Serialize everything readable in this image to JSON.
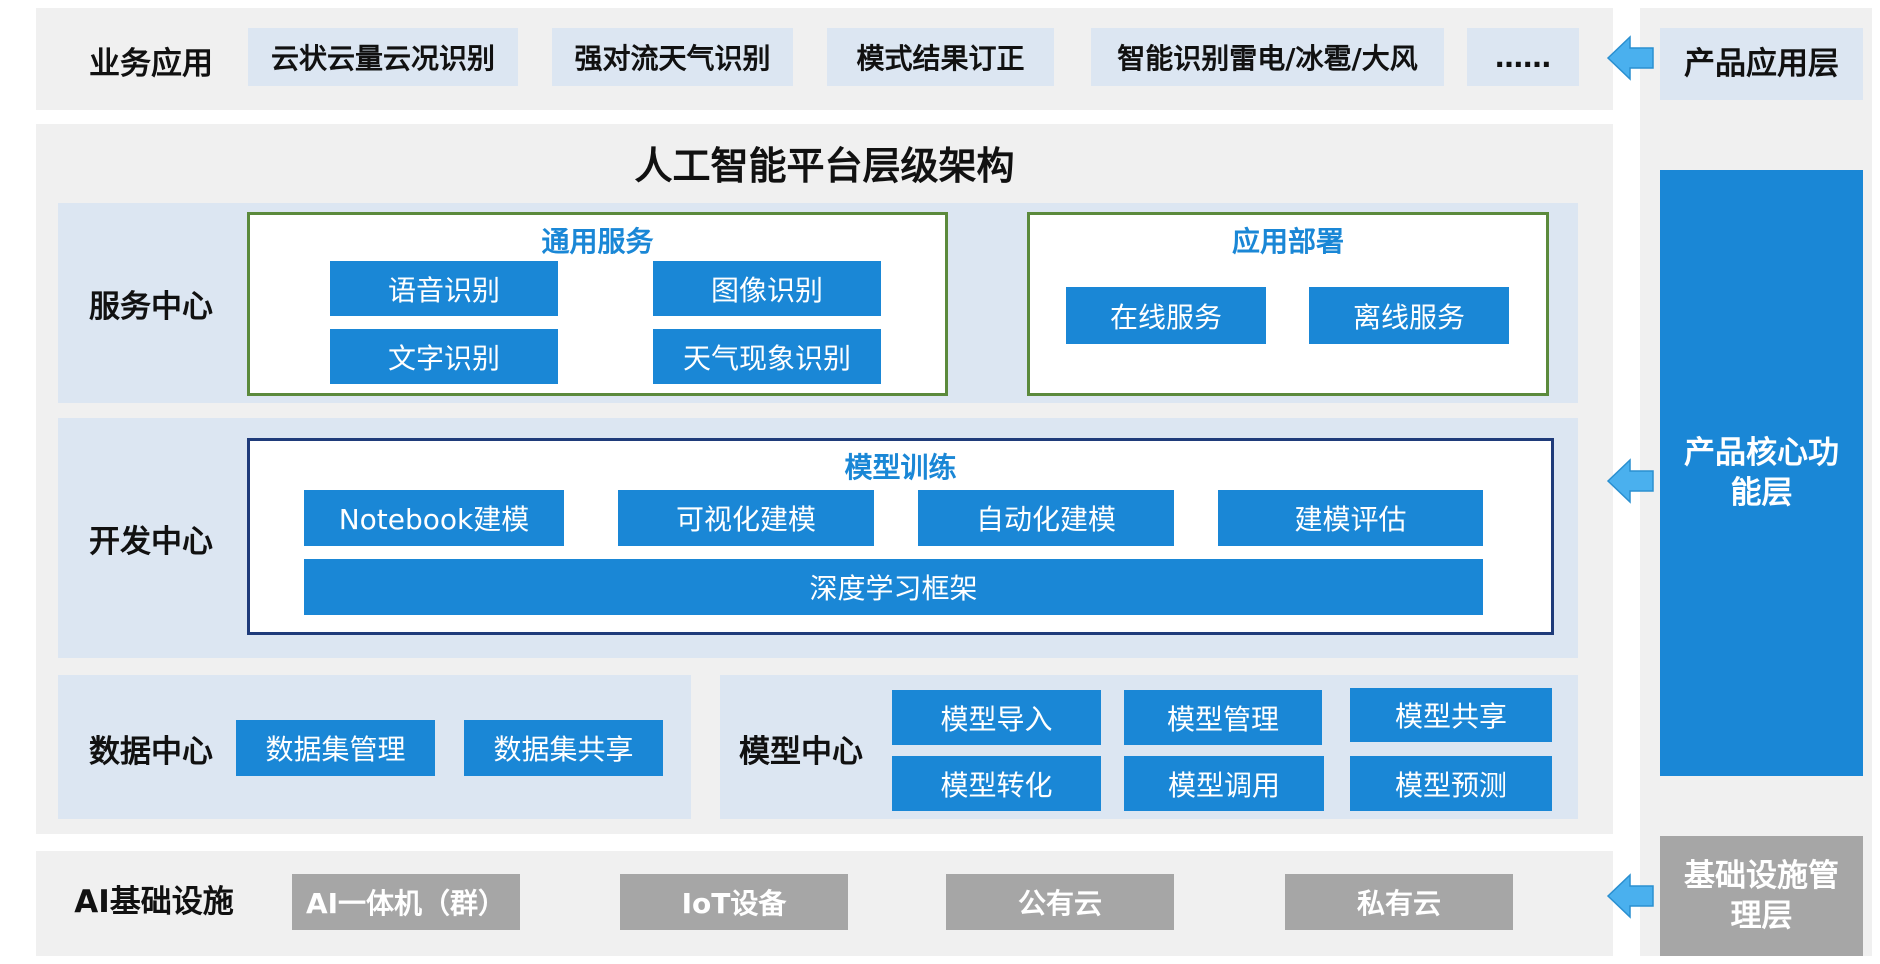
{
  "top_bar": {
    "label": "业务应用",
    "items": [
      "云状云量云况识别",
      "强对流天气识别",
      "模式结果订正",
      "智能识别雷电/冰雹/大风",
      "……"
    ]
  },
  "main": {
    "title": "人工智能平台层级架构",
    "service_center": {
      "label": "服务中心",
      "general": {
        "title": "通用服务",
        "items": [
          "语音识别",
          "图像识别",
          "文字识别",
          "天气现象识别"
        ]
      },
      "deploy": {
        "title": "应用部署",
        "items": [
          "在线服务",
          "离线服务"
        ]
      }
    },
    "dev_center": {
      "label": "开发中心",
      "training": {
        "title": "模型训练",
        "items": [
          "Notebook建模",
          "可视化建模",
          "自动化建模",
          "建模评估"
        ],
        "framework": "深度学习框架"
      }
    },
    "data_center": {
      "label": "数据中心",
      "items": [
        "数据集管理",
        "数据集共享"
      ]
    },
    "model_center": {
      "label": "模型中心",
      "items": [
        "模型导入",
        "模型管理",
        "模型共享",
        "模型转化",
        "模型调用",
        "模型预测"
      ]
    }
  },
  "infra": {
    "label": "AI基础设施",
    "items": [
      "AI一体机（群）",
      "IoT设备",
      "公有云",
      "私有云"
    ]
  },
  "side_layers": {
    "product_app": "产品应用层",
    "product_core": "产品核心功能层",
    "infra_mgmt": "基础设施管理层"
  },
  "colors": {
    "box_blue": "#1a87d6",
    "panel_gray": "#f0f0f0",
    "sub_panel": "#dce6f2",
    "frame_green": "#5b8a3c",
    "frame_navy": "#1f3b7a",
    "infra_gray": "#a6a6a6",
    "arrow_blue": "#4ab0ee"
  }
}
